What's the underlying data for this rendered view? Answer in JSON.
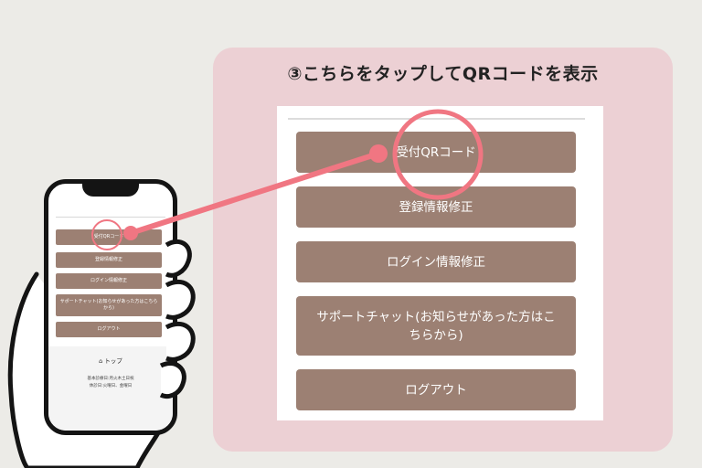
{
  "instruction": {
    "heading": "③こちらをタップしてQRコードを表示"
  },
  "menu": {
    "buttons": [
      "受付QRコード",
      "登録情報修正",
      "ログイン情報修正",
      "サポートチャット(お知らせがあった方はこちらから)",
      "ログアウト"
    ]
  },
  "phone_footer": {
    "top_label": "トップ",
    "hours_line1": "基本診療日:月火木土日祝",
    "hours_line2": "休診日:火曜日、金曜日"
  },
  "colors": {
    "panel_bg": "#ecd0d4",
    "button_bg": "#9c8073",
    "highlight": "#f07682",
    "page_bg": "#ecebe7"
  }
}
